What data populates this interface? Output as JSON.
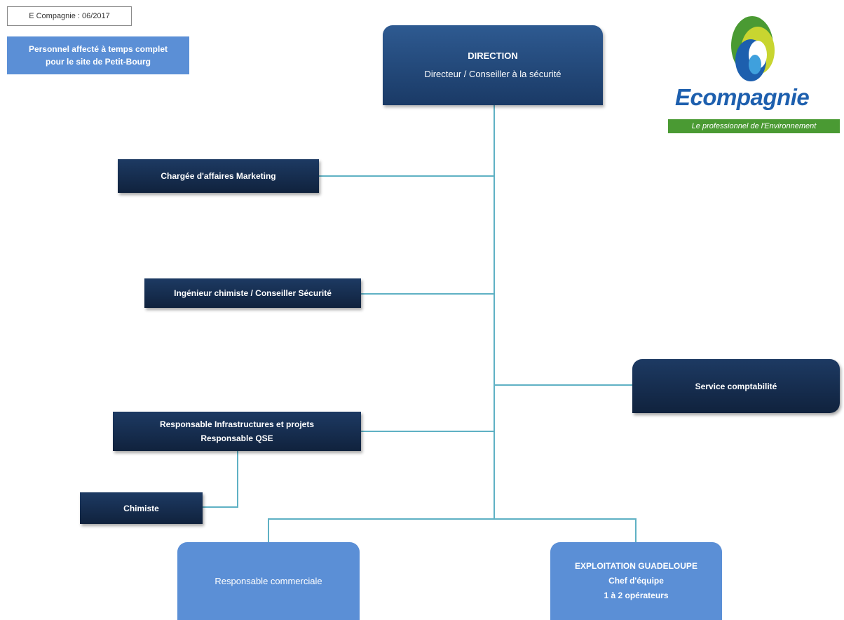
{
  "header": {
    "date_label": "E Compagnie : 06/2017",
    "legend_line1": "Personnel affecté à temps complet",
    "legend_line2": "pour le site de Petit-Bourg"
  },
  "logo": {
    "brand": "Ecompagnie",
    "tagline": "Le professionnel de l'Environnement",
    "colors": {
      "green": "#4a9a33",
      "blue": "#1d5fae",
      "yellow": "#c8d530"
    }
  },
  "org": {
    "direction": {
      "title": "DIRECTION",
      "subtitle": "Directeur / Conseiller à la sécurité"
    },
    "marketing": {
      "label": "Chargée d'affaires Marketing"
    },
    "ingenieur": {
      "label": "Ingénieur chimiste / Conseiller Sécurité"
    },
    "comptabilite": {
      "label": "Service comptabilité"
    },
    "infrastructures": {
      "line1": "Responsable Infrastructures et projets",
      "line2": "Responsable QSE"
    },
    "chimiste": {
      "label": "Chimiste"
    },
    "commerciale": {
      "label": "Responsable  commerciale"
    },
    "exploitation": {
      "title": "EXPLOITATION GUADELOUPE",
      "line2": "Chef d'équipe",
      "line3": "1 à 2 opérateurs"
    }
  },
  "colors": {
    "dark_box": "#142a4a",
    "light_box": "#5b8fd6",
    "connector": "#5fb1c4"
  }
}
